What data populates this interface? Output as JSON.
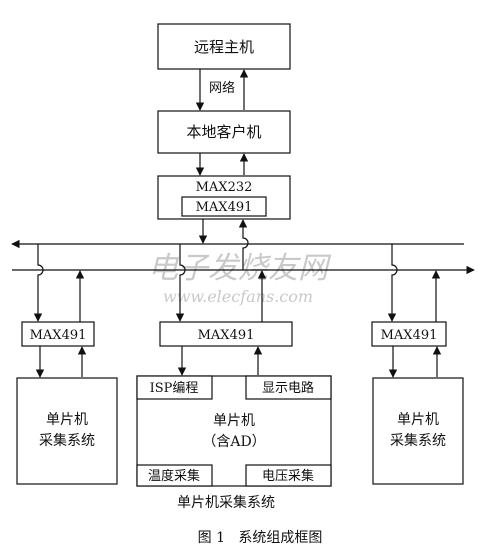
{
  "nodes": {
    "remote_host": "远程主机",
    "network": "网络",
    "local_client": "本地客户机",
    "max232": "MAX232",
    "max491_top": "MAX491",
    "max491_left": "MAX491",
    "max491_center": "MAX491",
    "max491_right": "MAX491",
    "mcu_left": [
      "单片机",
      "采集系统"
    ],
    "mcu_right": [
      "单片机",
      "采集系统"
    ],
    "isp": "ISP编程",
    "display": "显示电路",
    "mcu_center": [
      "单片机",
      "（含AD）"
    ],
    "temp": "温度采集",
    "voltage": "电压采集"
  },
  "caption_center": "单片机采集系统",
  "figure_caption": "图 1   系统组成框图",
  "watermark": {
    "title": "电子发烧友网",
    "url": "www.elecfans.com",
    "color": "#c9c9c9"
  }
}
